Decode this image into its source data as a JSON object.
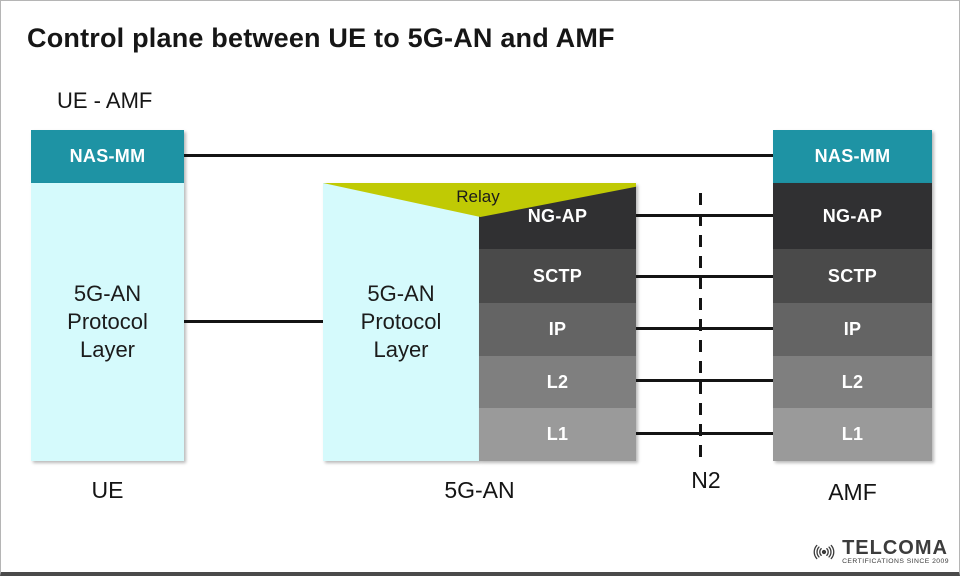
{
  "title": "Control plane between UE to 5G-AN and AMF",
  "subtitle": "UE - AMF",
  "columns": {
    "ue": {
      "nas": "NAS-MM",
      "protocol": "5G-AN\nProtocol\nLayer",
      "label": "UE"
    },
    "an": {
      "relay": "Relay",
      "protocol": "5G-AN\nProtocol\nLayer",
      "stack": [
        "NG-AP",
        "SCTP",
        "IP",
        "L2",
        "L1"
      ],
      "label": "5G-AN"
    },
    "amf": {
      "nas": "NAS-MM",
      "stack": [
        "NG-AP",
        "SCTP",
        "IP",
        "L2",
        "L1"
      ],
      "label": "AMF"
    }
  },
  "interface_label": "N2",
  "logo": {
    "brand": "TELCOMA",
    "tagline": "CERTIFICATIONS SINCE 2009",
    "icon": "signal-waves-icon"
  },
  "colors": {
    "teal": "#1e93a4",
    "cyan": "#d5fafc",
    "relay": "#c0ca04",
    "line": "#141414",
    "stack_grays": [
      "#303032",
      "#4a4a4a",
      "#646464",
      "#7f7f7f",
      "#9a9a9a"
    ]
  }
}
